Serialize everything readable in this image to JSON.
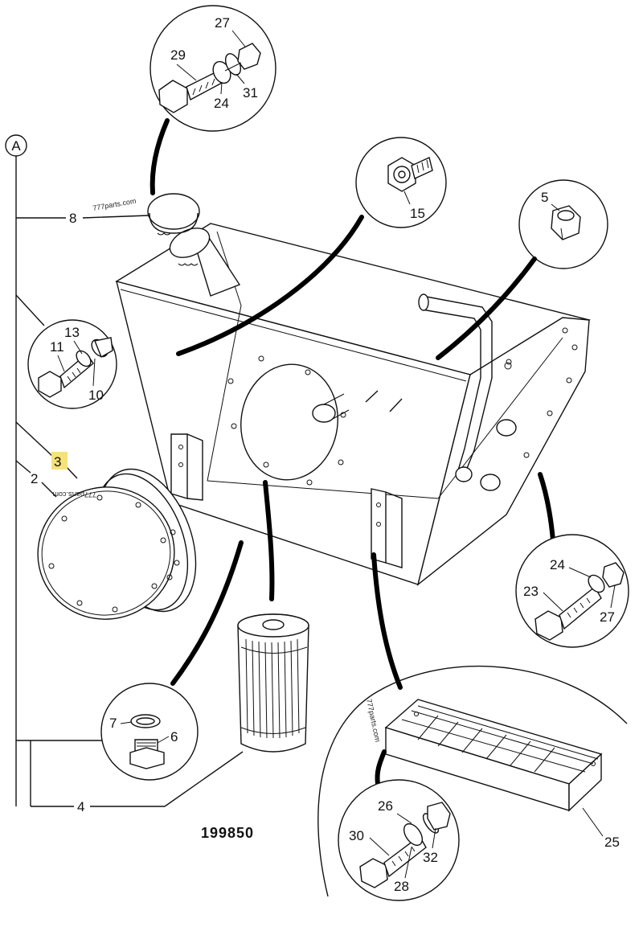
{
  "drawing_number": "199850",
  "section_marker": "A",
  "watermark": "777parts.com",
  "callouts": {
    "c2": "2",
    "c3": "3",
    "c4": "4",
    "c5": "5",
    "c6": "6",
    "c7": "7",
    "c8": "8",
    "c10": "10",
    "c11": "11",
    "c13": "13",
    "c15": "15",
    "c23": "23",
    "c24a": "24",
    "c24b": "24",
    "c25": "25",
    "c26": "26",
    "c27a": "27",
    "c27b": "27",
    "c28": "28",
    "c29": "29",
    "c30": "30",
    "c31": "31",
    "c32": "32"
  },
  "highlight_color": "#f6e27a"
}
